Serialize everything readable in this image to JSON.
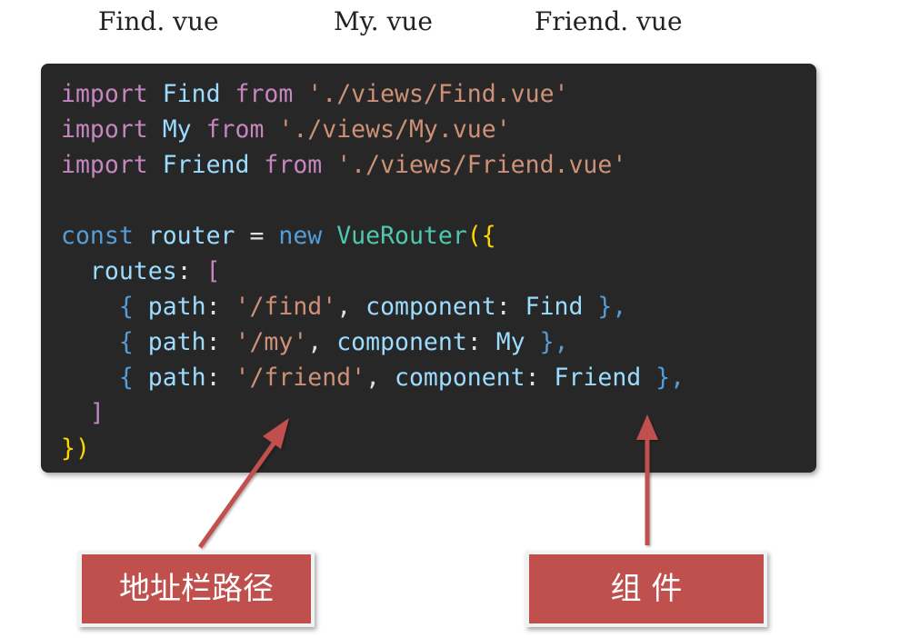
{
  "file_labels": {
    "find": "Find. vue",
    "my": "My. vue",
    "friend": "Friend. vue"
  },
  "code": {
    "line1": {
      "kw": "import",
      "id": "Find",
      "from": "from",
      "str": "'./views/Find.vue'"
    },
    "line2": {
      "kw": "import",
      "id": "My",
      "from": "from",
      "str": "'./views/My.vue'"
    },
    "line3": {
      "kw": "import",
      "id": "Friend",
      "from": "from",
      "str": "'./views/Friend.vue'"
    },
    "line5": {
      "const": "const",
      "router": "router",
      "eq": " = ",
      "new": "new",
      "cls": "VueRouter",
      "open": "({"
    },
    "line6": {
      "routes": "routes",
      "colon": ": ",
      "open": "["
    },
    "route1": {
      "open": "{ ",
      "path": "path",
      "colon": ": ",
      "str": "'/find'",
      "comma": ", ",
      "component": "component",
      "colon2": ": ",
      "value": "Find",
      "close": " },"
    },
    "route2": {
      "open": "{ ",
      "path": "path",
      "colon": ": ",
      "str": "'/my'",
      "comma": ", ",
      "component": "component",
      "colon2": ": ",
      "value": "My",
      "close": " },"
    },
    "route3": {
      "open": "{ ",
      "path": "path",
      "colon": ": ",
      "str": "'/friend'",
      "comma": ", ",
      "component": "component",
      "colon2": ": ",
      "value": "Friend",
      "close": " },"
    },
    "line10": {
      "close": "]"
    },
    "line11": {
      "close": "})"
    }
  },
  "callouts": {
    "left": "地址栏路径",
    "right": "组 件"
  },
  "colors": {
    "panel_bg": "#272727",
    "arrow": "#c0504d",
    "callout_bg": "#c0504d"
  }
}
